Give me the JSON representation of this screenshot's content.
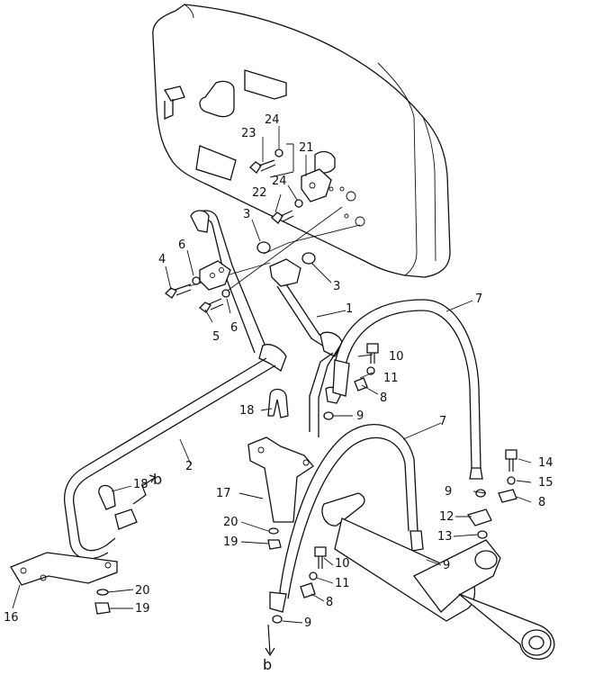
{
  "labels": {
    "p1": "1",
    "p2": "2",
    "p3a": "3",
    "p3b": "3",
    "p4": "4",
    "p5": "5",
    "p6a": "6",
    "p6b": "6",
    "p7a": "7",
    "p7b": "7",
    "p8a": "8",
    "p8b": "8",
    "p8c": "8",
    "p9a": "9",
    "p9b": "9",
    "p9c": "9",
    "p9d": "9",
    "p10a": "10",
    "p10b": "10",
    "p11a": "11",
    "p11b": "11",
    "p12": "12",
    "p13": "13",
    "p14": "14",
    "p15": "15",
    "p16": "16",
    "p17": "17",
    "p18a": "18",
    "p18b": "18",
    "p19a": "19",
    "p19b": "19",
    "p20a": "20",
    "p20b": "20",
    "p21": "21",
    "p22": "22",
    "p23": "23",
    "p24a": "24",
    "p24b": "24",
    "refTop": "b",
    "refBottom": "b"
  }
}
